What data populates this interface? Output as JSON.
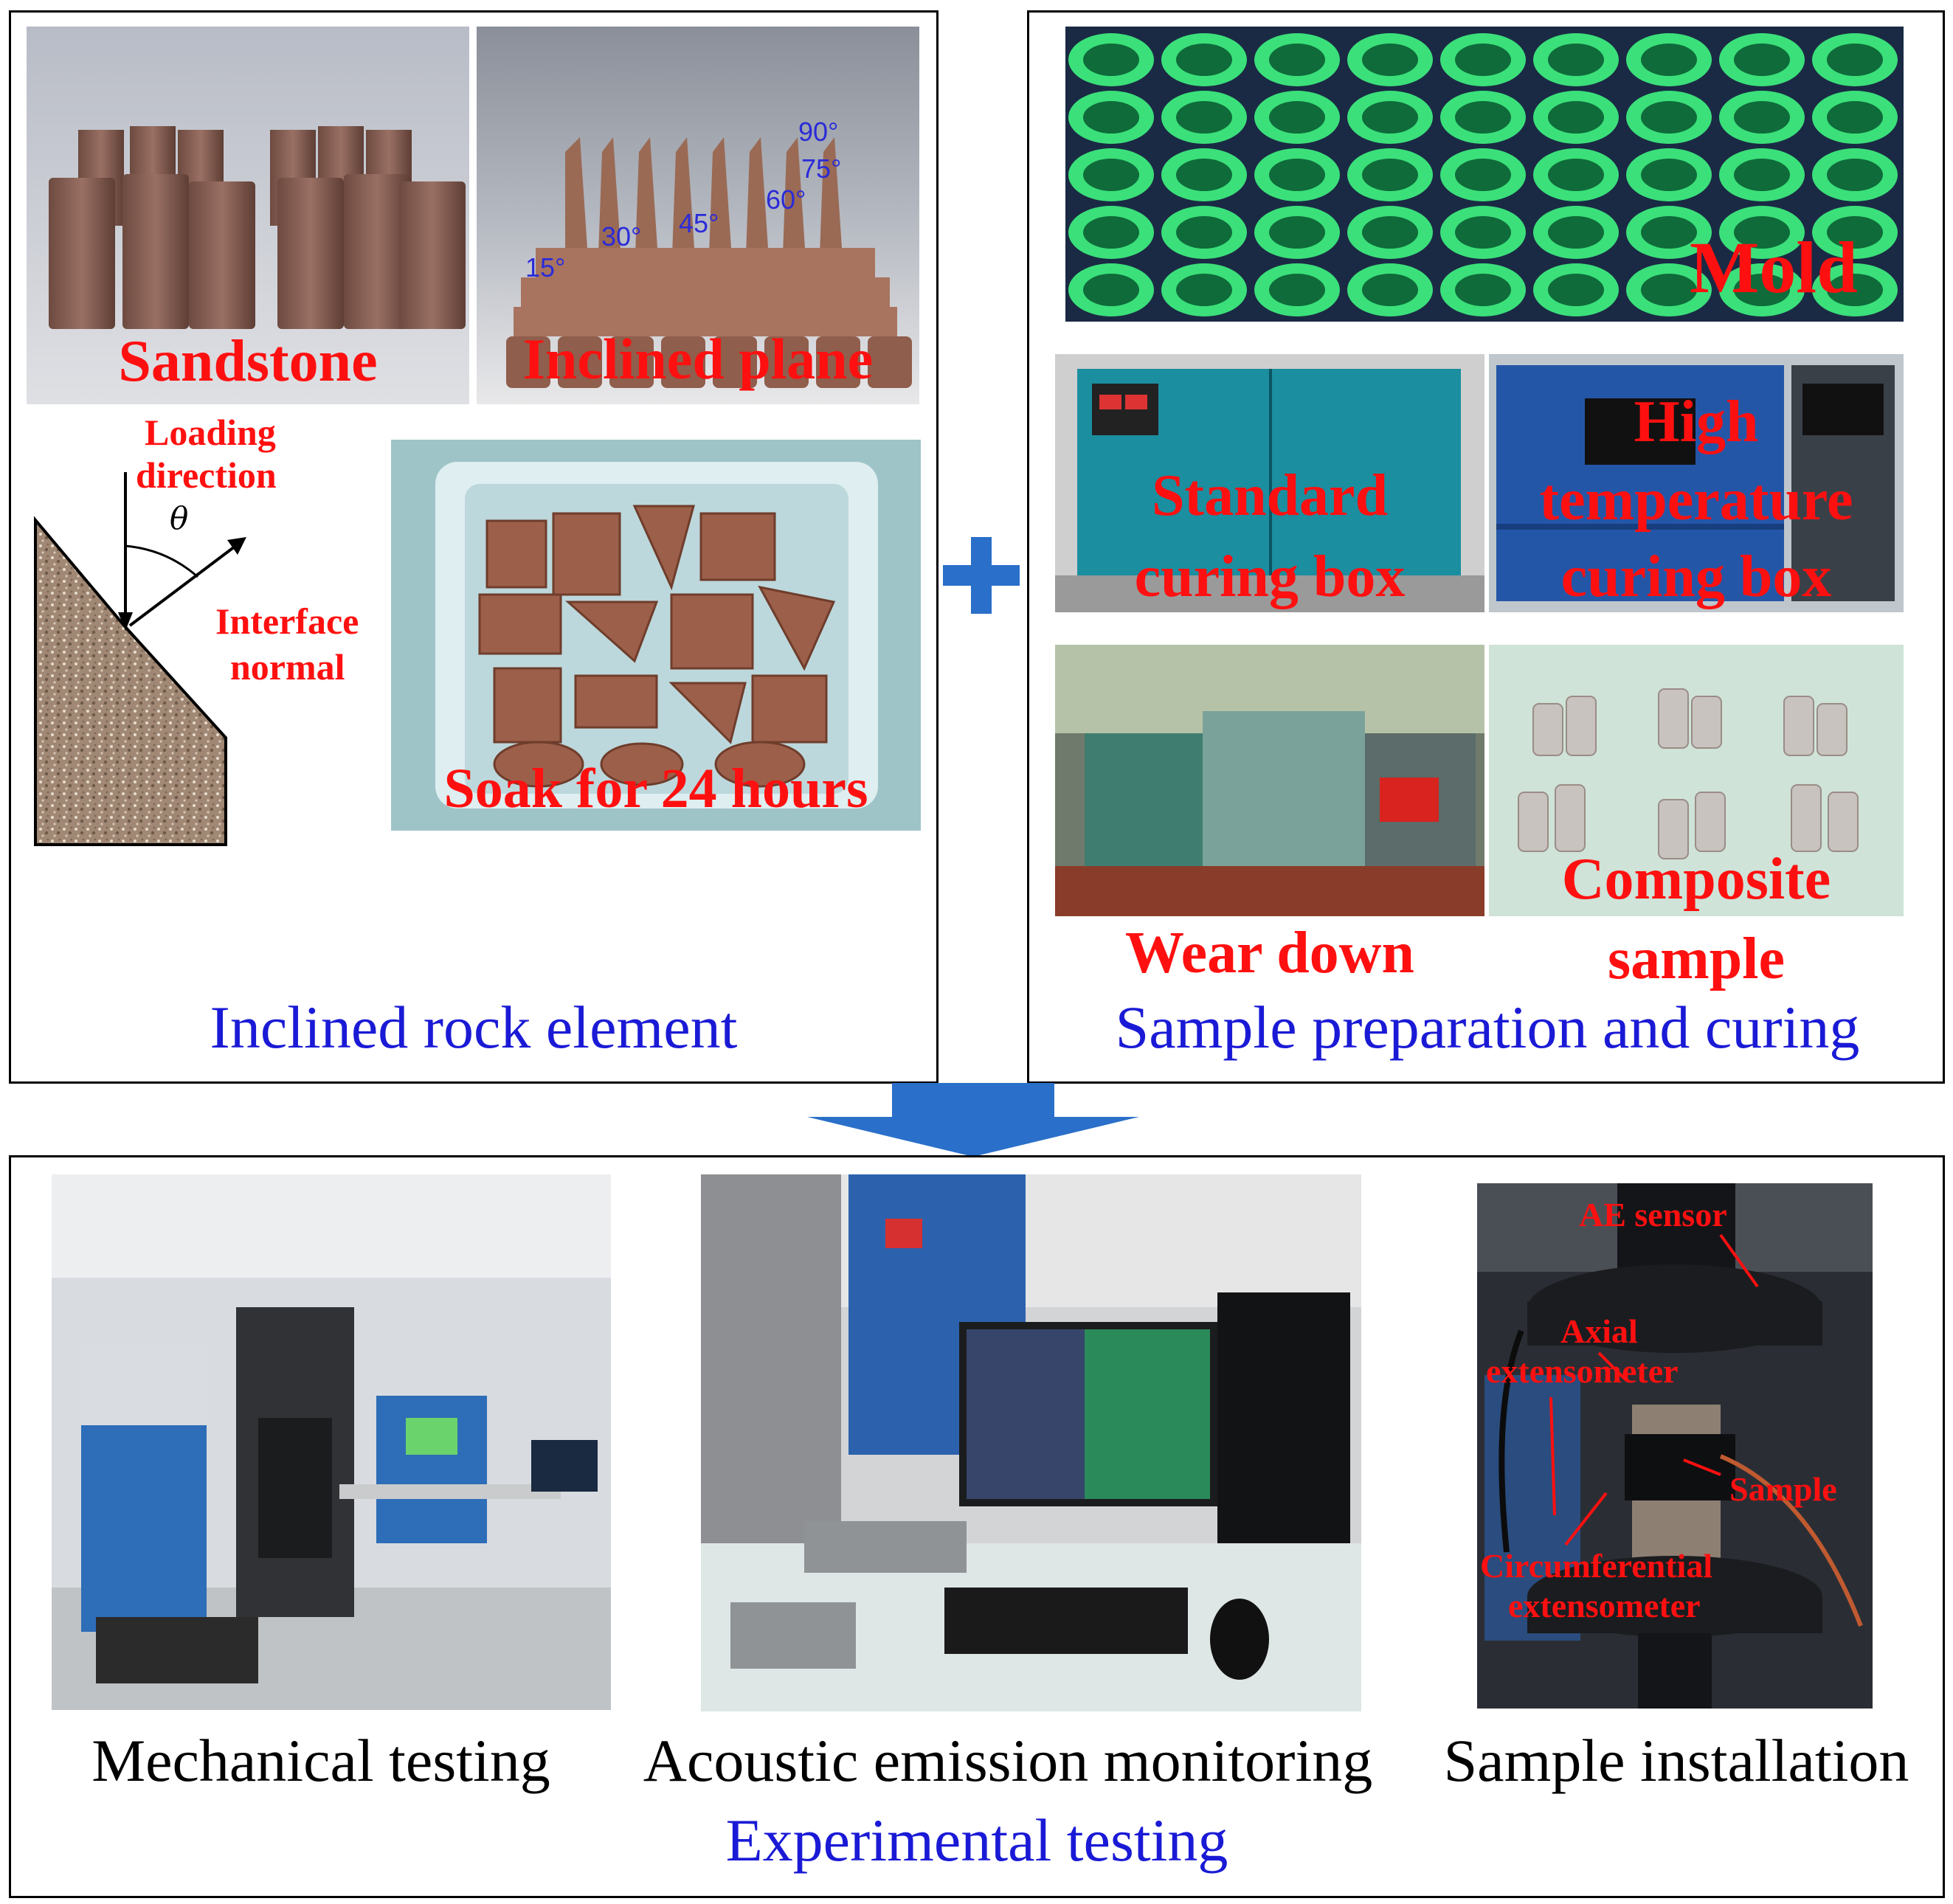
{
  "panels": {
    "inclined_rock": {
      "caption": "Inclined rock element",
      "sandstone": "Sandstone",
      "inclined_plane": "Inclined plane",
      "soak": "Soak for 24 hours",
      "angles": [
        "15°",
        "30°",
        "45°",
        "60°",
        "75°",
        "90°"
      ],
      "diagram": {
        "loading_direction_line1": "Loading",
        "loading_direction_line2": "direction",
        "theta": "θ",
        "interface_normal_line1": "Interface",
        "interface_normal_line2": "normal"
      }
    },
    "preparation": {
      "caption": "Sample preparation and curing",
      "mold": "Mold",
      "standard_curing_line1": "Standard",
      "standard_curing_line2": "curing box",
      "high_temp_line1": "High",
      "high_temp_line2": "temperature",
      "high_temp_line3": "curing box",
      "wear_down": "Wear down",
      "composite_line1": "Composite",
      "composite_line2": "sample"
    },
    "experimental": {
      "caption": "Experimental testing",
      "mechanical": "Mechanical testing",
      "acoustic": "Acoustic emission monitoring",
      "installation": "Sample installation",
      "install_labels": {
        "ae_sensor": "AE sensor",
        "axial_line1": "Axial",
        "axial_line2": "extensometer",
        "sample": "Sample",
        "circ_line1": "Circumferential",
        "circ_line2": "extensometer"
      }
    }
  },
  "colors": {
    "label_red": "#ff1010",
    "caption_blue": "#1a1ad6",
    "arrow_blue": "#2a6fc9",
    "plus_blue": "#2a6fc9"
  }
}
